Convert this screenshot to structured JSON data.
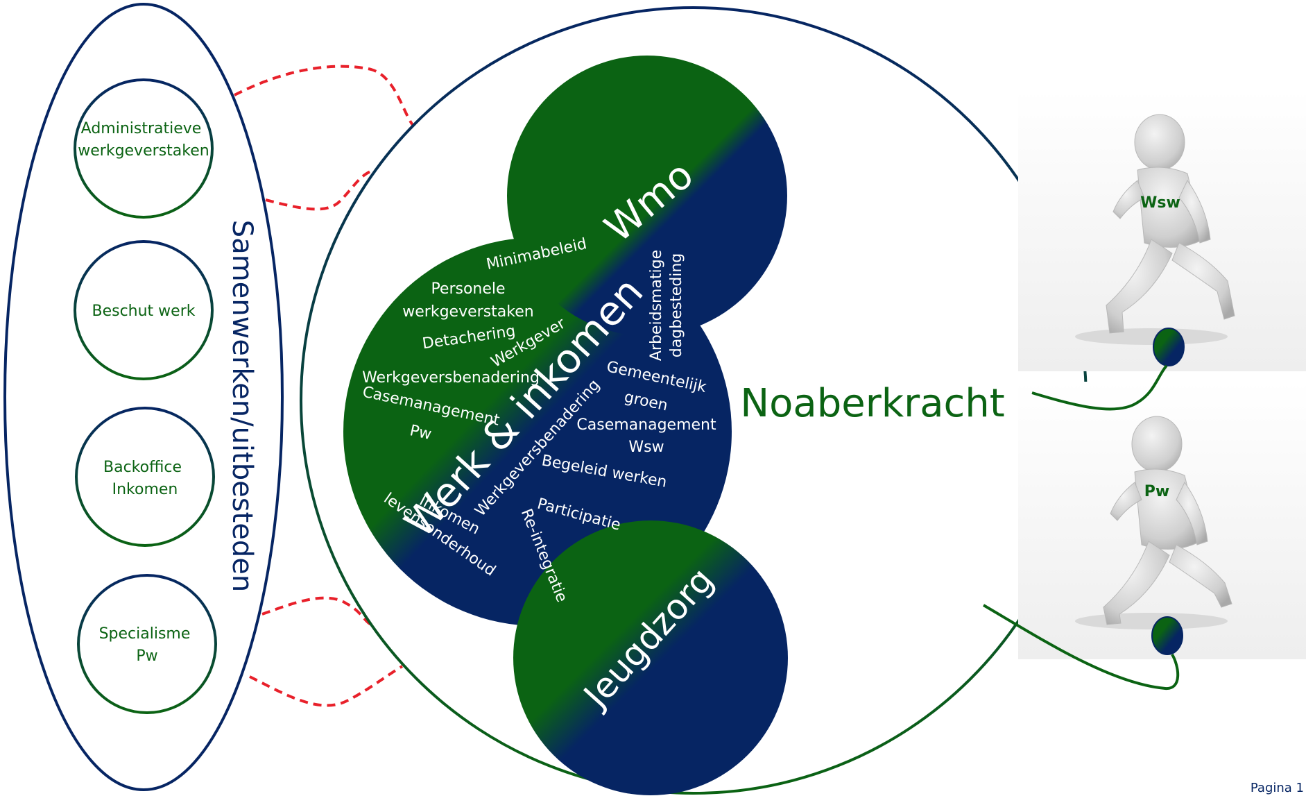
{
  "colors": {
    "green": "#0b6313",
    "navy": "#062563",
    "dashed": "#e8202a",
    "text_light": "#ffffff",
    "accent_text": "#0b6313"
  },
  "left_panel": {
    "vertical_label": "Samenwerken/uitbesteden",
    "items": [
      {
        "label_lines": [
          "Administratieve",
          "werkgeverstaken"
        ]
      },
      {
        "label_lines": [
          "Beschut werk"
        ]
      },
      {
        "label_lines": [
          "Backoffice",
          "Inkomen"
        ]
      },
      {
        "label_lines": [
          "Specialisme",
          "Pw"
        ]
      }
    ]
  },
  "main_circle": {
    "title": "Noaberkracht"
  },
  "bubbles": {
    "wmo": "Wmo",
    "werk_inkomen": "Werk & inkomen",
    "jeugdzorg": "Jeugdzorg"
  },
  "tasks": {
    "minimabeleid": "Minimabeleid",
    "personele": "Personele",
    "werkgeverstaken": "werkgeverstaken",
    "detachering": "Detachering",
    "werkgever": "Werkgever",
    "werkgeversbenadering": "Werkgeversbenadering",
    "casemanagement_pw_1": "Casemanagement",
    "casemanagement_pw_2": "Pw",
    "werkgeversbenadering_diag": "Werkgeversbenadering",
    "inkomen": "Inkomen",
    "levensonderhoud": "levensonderhoud",
    "reintegratie": "Re-integratie",
    "participatie": "Participatie",
    "begeleid_werken": "Begeleid werken",
    "casemanagement_wsw_1": "Casemanagement",
    "casemanagement_wsw_2": "Wsw",
    "gemeentelijk": "Gemeentelijk",
    "groen": "groen",
    "arbeidsmatige": "Arbeidsmatige",
    "dagbesteding": "dagbesteding"
  },
  "runners": [
    {
      "shirt_label": "Wsw"
    },
    {
      "shirt_label": "Pw"
    }
  ],
  "footer": {
    "page_label": "Pagina 1"
  }
}
